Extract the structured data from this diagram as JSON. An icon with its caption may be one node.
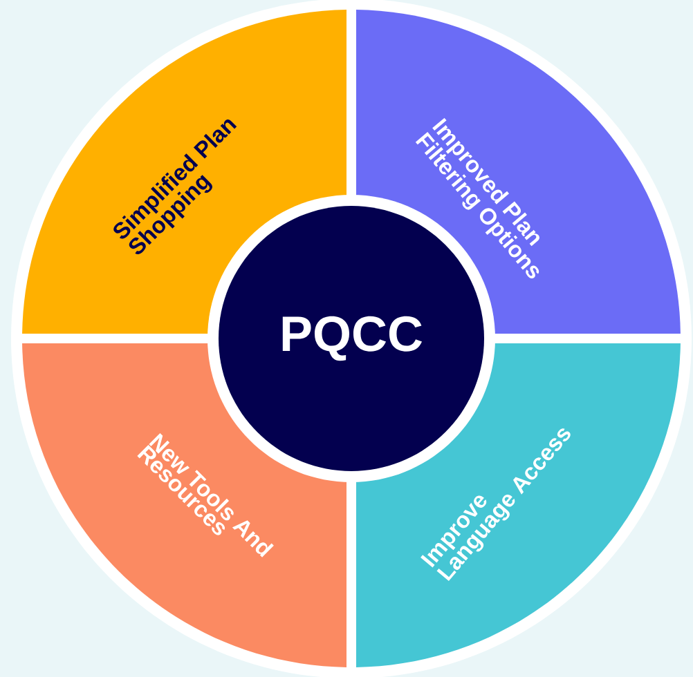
{
  "diagram": {
    "nodes": [
      {
        "text": [
          "PQCC"
        ]
      },
      {
        "text": [
          "Simplified Plan Shopping"
        ]
      },
      {
        "text": [
          "Improved Plan Filtering Options"
        ]
      },
      {
        "text": [
          "New Tools And Resources"
        ]
      },
      {
        "text": [
          "Improve Language Access"
        ]
      }
    ]
  }
}
